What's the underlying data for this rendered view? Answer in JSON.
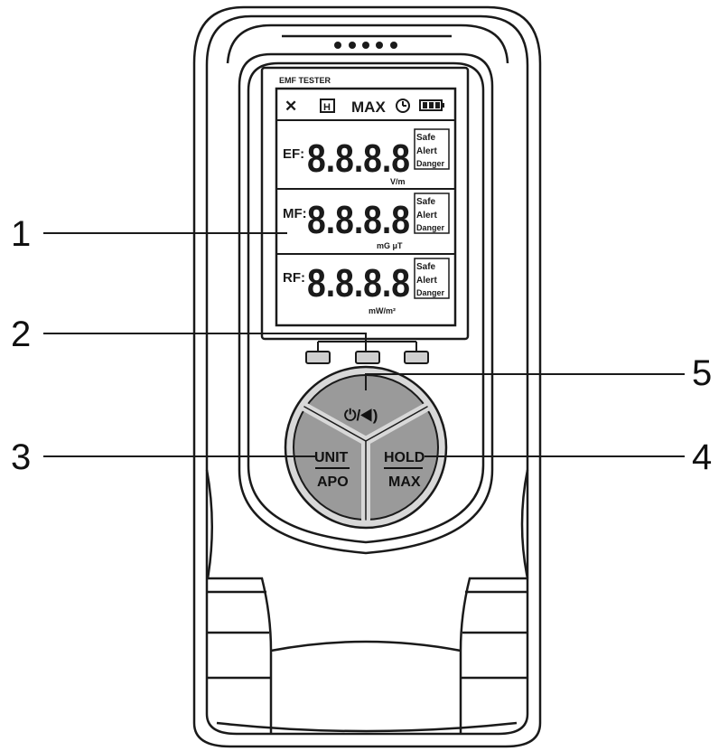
{
  "device": {
    "model_label": "EMF TESTER",
    "icons": [
      "fan-icon",
      "hold-icon",
      "max-label",
      "apo-clock-icon",
      "battery-icon"
    ],
    "max_label": "MAX",
    "hold_symbol": "H",
    "rows": [
      {
        "label": "EF:",
        "digits": "8.8.8.8",
        "unit": "V/m",
        "badges": [
          "Safe",
          "Alert",
          "Danger"
        ]
      },
      {
        "label": "MF:",
        "digits": "8.8.8.8",
        "unit": "mG μT",
        "badges": [
          "Safe",
          "Alert",
          "Danger"
        ]
      },
      {
        "label": "RF:",
        "digits": "8.8.8.8",
        "unit": "mW/m²",
        "badges": [
          "Safe",
          "Alert",
          "Danger"
        ]
      }
    ],
    "buttons": {
      "power_sound": "⏻/◀)",
      "unit": "UNIT",
      "apo": "APO",
      "hold": "HOLD",
      "max": "MAX"
    }
  },
  "callouts": [
    "1",
    "2",
    "3",
    "4",
    "5"
  ],
  "colors": {
    "outline": "#1a1a1a",
    "button_fill": "#9a9a9a",
    "button_ring": "#d8d8d8",
    "lcd_fill": "#ffffff"
  }
}
